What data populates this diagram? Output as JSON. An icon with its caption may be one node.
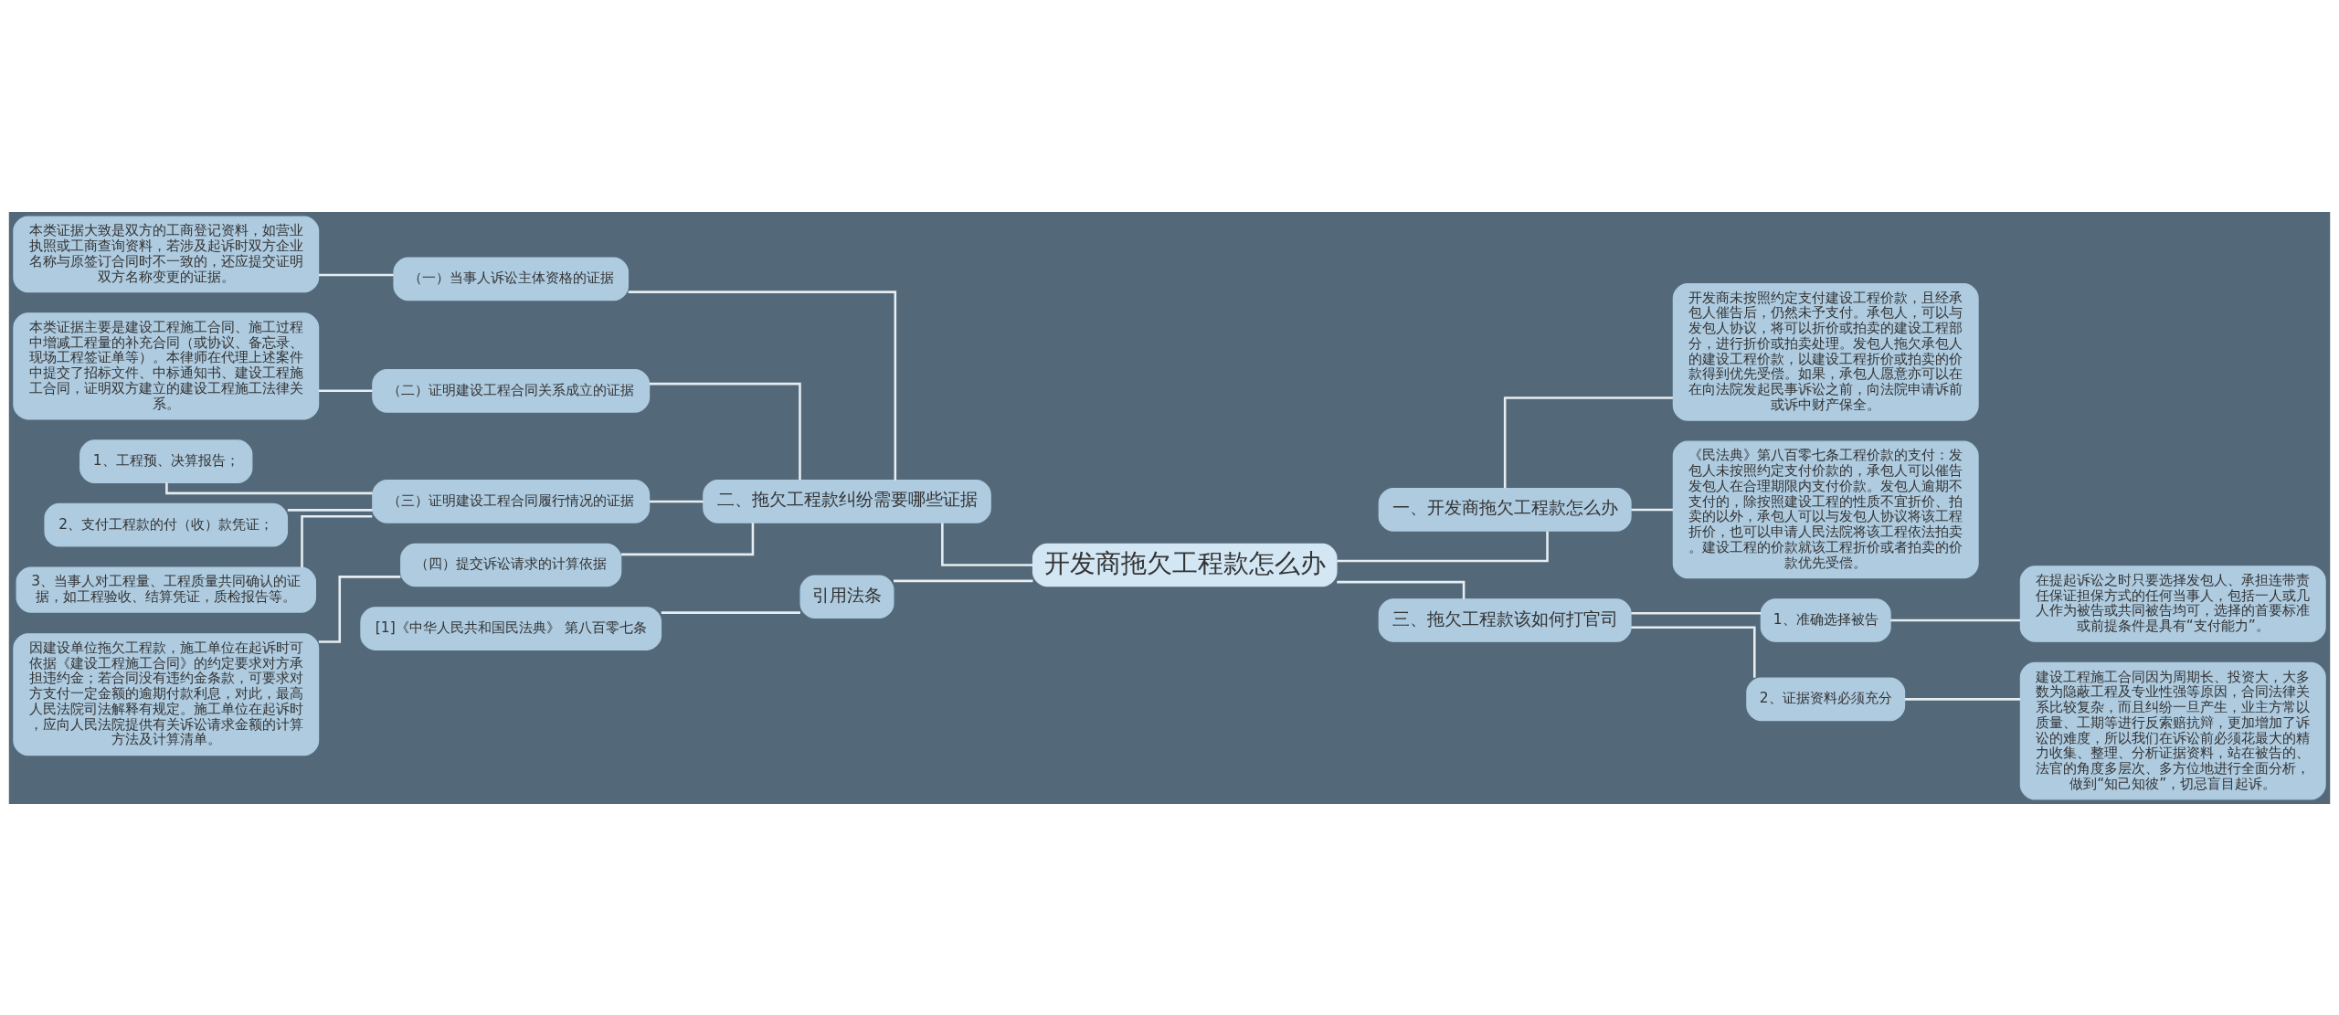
{
  "diagram": {
    "nodes": [
      {
        "text": [
          "开发商拖欠工程款怎么办"
        ]
      },
      {
        "text": [
          "二、拖欠工程款纠纷需要哪些证据"
        ]
      },
      {
        "text": [
          "（一）当事人诉讼主体资格的证据"
        ]
      },
      {
        "text": [
          "本类证据大致是双方的工商登记资料，如营业执照或工商查询资料，若涉及起诉时双方企业名称与原签订合同时不一致的，还应提交证明双方名称变更的证据。"
        ]
      },
      {
        "text": [
          "（二）证明建设工程合同关系成立的证据"
        ]
      },
      {
        "text": [
          "本类证据主要是建设工程施工合同、施工过程中增减工程量的补充合同（或协议、备忘录、现场工程签证单等）。本律师在代理上述案件中提交了招标文件、中标通知书、建设工程施工合同，证明双方建立的建设工程施工法律关系。"
        ]
      },
      {
        "text": [
          "（三）证明建设工程合同履行情况的证据"
        ]
      },
      {
        "text": [
          "1、工程预、决算报告；"
        ]
      },
      {
        "text": [
          "2、支付工程款的付（收）款凭证；"
        ]
      },
      {
        "text": [
          "3、当事人对工程量、工程质量共同确认的证据，如工程验收、结算凭证，质检报告等。"
        ]
      },
      {
        "text": [
          "（四）提交诉讼请求的计算依据"
        ]
      },
      {
        "text": [
          "因建设单位拖欠工程款，施工单位在起诉时可依据《建设工程施工合同》的约定要求对方承担违约金；若合同没有违约金条款，可要求对方支付一定金额的逾期付款利息，对此，最高人民法院司法解释有规定。施工单位在起诉时，应向人民法院提供有关诉讼请求金额的计算方法及计算清单。"
        ]
      },
      {
        "text": [
          "引用法条"
        ]
      },
      {
        "text": [
          "[1]《中华人民共和国民法典》 第八百零七条"
        ]
      },
      {
        "text": [
          "一、开发商拖欠工程款怎么办"
        ]
      },
      {
        "text": [
          "开发商未按照约定支付建设工程价款，且经承包人催告后，仍然未予支付。承包人，可以与发包人协议，将可以折价或拍卖的建设工程部分，进行折价或拍卖处理。发包人拖欠承包人的建设工程价款，以建设工程折价或拍卖的价款得到优先受偿。如果，承包人愿意亦可以在在向法院发起民事诉讼之前，向法院申请诉前或诉中财产保全。"
        ]
      },
      {
        "text": [
          "《民法典》第八百零七条工程价款的支付：发包人未按照约定支付价款的，承包人可以催告发包人在合理期限内支付价款。发包人逾期不支付的，除按照建设工程的性质不宜折价、拍卖的以外，承包人可以与发包人协议将该工程折价，也可以申请人民法院将该工程依法拍卖。建设工程的价款就该工程折价或者拍卖的价款优先受偿。"
        ]
      },
      {
        "text": [
          "三、拖欠工程款该如何打官司"
        ]
      },
      {
        "text": [
          "1、准确选择被告"
        ]
      },
      {
        "text": [
          "在提起诉讼之时只要选择发包人、承担连带责任保证担保方式的任何当事人，包括一人或几人作为被告或共同被告均可，选择的首要标准或前提条件是具有“支付能力”。"
        ]
      },
      {
        "text": [
          "2、证据资料必须充分"
        ]
      },
      {
        "text": [
          "建设工程施工合同因为周期长、投资大，大多数为隐蔽工程及专业性强等原因，合同法律关系比较复杂，而且纠纷一旦产生，业主方常以质量、工期等进行反索赔抗辩，更加增加了诉讼的难度，所以我们在诉讼前必须花最大的精力收集、整理、分析证据资料，站在被告的、法官的角度多层次、多方位地进行全面分析，做到“知己知彼”，切忌盲目起诉。"
        ]
      }
    ],
    "edges": [
      {
        "from": 0,
        "to": 1,
        "arrow": "none"
      },
      {
        "from": 1,
        "to": 2,
        "arrow": "none"
      },
      {
        "from": 2,
        "to": 3,
        "arrow": "none"
      },
      {
        "from": 1,
        "to": 4,
        "arrow": "none"
      },
      {
        "from": 4,
        "to": 5,
        "arrow": "none"
      },
      {
        "from": 1,
        "to": 6,
        "arrow": "none"
      },
      {
        "from": 6,
        "to": 7,
        "arrow": "none"
      },
      {
        "from": 6,
        "to": 8,
        "arrow": "none"
      },
      {
        "from": 6,
        "to": 9,
        "arrow": "none"
      },
      {
        "from": 1,
        "to": 10,
        "arrow": "none"
      },
      {
        "from": 10,
        "to": 11,
        "arrow": "none"
      },
      {
        "from": 0,
        "to": 12,
        "arrow": "none"
      },
      {
        "from": 12,
        "to": 13,
        "arrow": "none"
      },
      {
        "from": 0,
        "to": 14,
        "arrow": "none"
      },
      {
        "from": 14,
        "to": 15,
        "arrow": "none"
      },
      {
        "from": 14,
        "to": 16,
        "arrow": "none"
      },
      {
        "from": 0,
        "to": 17,
        "arrow": "none"
      },
      {
        "from": 17,
        "to": 18,
        "arrow": "none"
      },
      {
        "from": 18,
        "to": 19,
        "arrow": "none"
      },
      {
        "from": 17,
        "to": 20,
        "arrow": "none"
      },
      {
        "from": 20,
        "to": 21,
        "arrow": "none"
      }
    ]
  }
}
